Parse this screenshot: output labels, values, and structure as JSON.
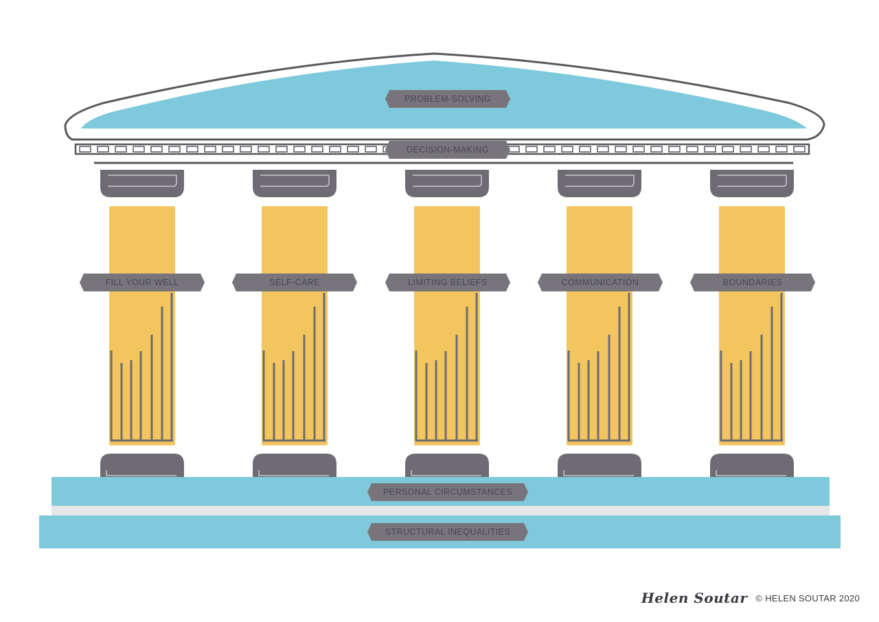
{
  "roof_label": "PROBLEM-SOLVING",
  "beam_label": "DECISION-MAKING",
  "pillars": [
    {
      "label": "FILL YOUR WELL"
    },
    {
      "label": "SELF-CARE"
    },
    {
      "label": "LIMITING BELIEFS"
    },
    {
      "label": "COMMUNICATION"
    },
    {
      "label": "BOUNDARIES"
    }
  ],
  "base_upper_label": "PERSONAL CIRCUMSTANCES",
  "base_lower_label": "STRUCTURAL INEQUALITIES",
  "signature": "Helen Soutar",
  "copyright": "© HELEN SOUTAR 2020",
  "colors": {
    "blue": "#7ecadc",
    "yellow": "#f3c55e",
    "grey": "#6f6b72",
    "outline": "#5a575d",
    "light_grey": "#e6e6e8"
  }
}
